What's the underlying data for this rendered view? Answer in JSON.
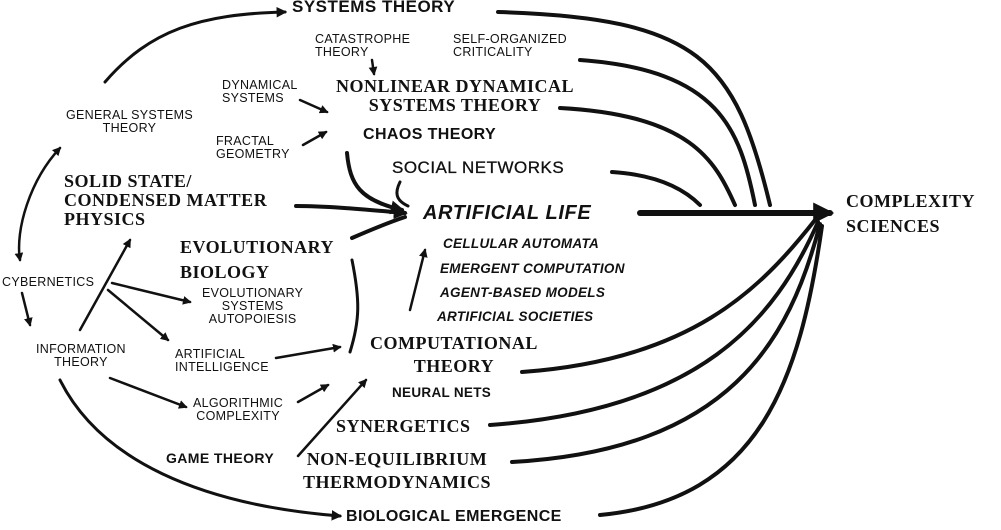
{
  "colors": {
    "ink": "#111111",
    "background": "#ffffff"
  },
  "nodes": {
    "systems_theory": "SYSTEMS THEORY",
    "catastrophe_theory": [
      "CATASTROPHE",
      "THEORY"
    ],
    "self_organized_criticality": [
      "SELF-ORGANIZED",
      "CRITICALITY"
    ],
    "dynamical_systems": [
      "DYNAMICAL",
      "SYSTEMS"
    ],
    "nonlinear_dynamical": [
      "NONLINEAR DYNAMICAL",
      "SYSTEMS THEORY"
    ],
    "chaos_theory": "CHAOS THEORY",
    "general_systems_theory": [
      "GENERAL SYSTEMS",
      "THEORY"
    ],
    "fractal_geometry": [
      "FRACTAL",
      "GEOMETRY"
    ],
    "social_networks": "SOCIAL NETWORKS",
    "solid_state": [
      "SOLID STATE/",
      "CONDENSED MATTER",
      "PHYSICS"
    ],
    "artificial_life": "ARTIFICIAL LIFE",
    "complexity_sciences": [
      "COMPLEXITY",
      "SCIENCES"
    ],
    "evolutionary_biology": [
      "EVOLUTIONARY",
      "BIOLOGY"
    ],
    "cellular_automata": "CELLULAR AUTOMATA",
    "emergent_computation": "EMERGENT COMPUTATION",
    "agent_based_models": "AGENT-BASED MODELS",
    "artificial_societies": "ARTIFICIAL SOCIETIES",
    "cybernetics": "CYBERNETICS",
    "evolutionary_systems": [
      "EVOLUTIONARY",
      "SYSTEMS",
      "AUTOPOIESIS"
    ],
    "information_theory": [
      "INFORMATION",
      "THEORY"
    ],
    "artificial_intelligence": [
      "ARTIFICIAL",
      "INTELLIGENCE"
    ],
    "computational_theory": [
      "COMPUTATIONAL",
      "THEORY"
    ],
    "neural_nets": "NEURAL NETS",
    "algorithmic_complexity": [
      "ALGORITHMIC",
      "COMPLEXITY"
    ],
    "synergetics": "SYNERGETICS",
    "game_theory": "GAME THEORY",
    "non_equilibrium": [
      "NON-EQUILIBRIUM",
      "THERMODYNAMICS"
    ],
    "biological_emergence": "BIOLOGICAL EMERGENCE"
  }
}
